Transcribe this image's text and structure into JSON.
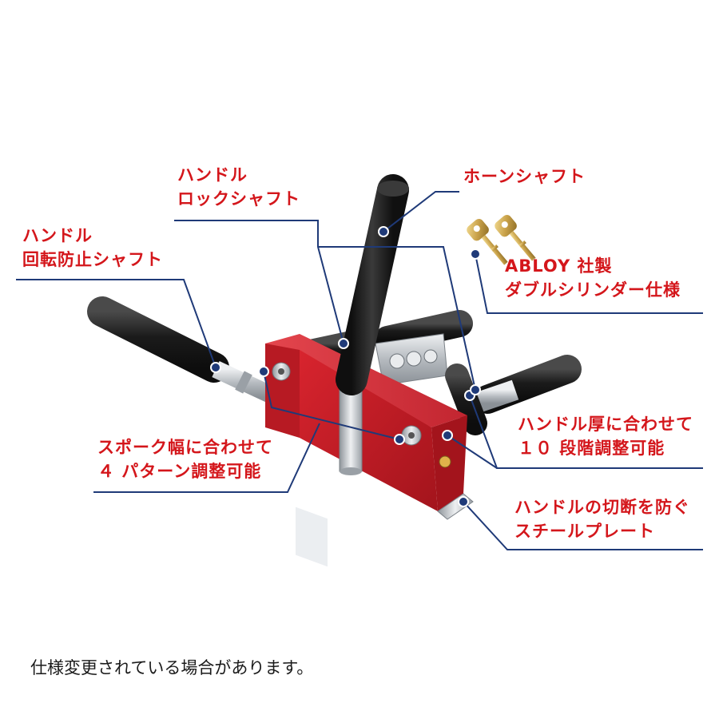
{
  "callouts": {
    "handle_lock_shaft": [
      "ハンドル",
      "ロックシャフト"
    ],
    "horn_shaft": [
      "ホーンシャフト"
    ],
    "handle_rotation_stop_shaft": [
      "ハンドル",
      "回転防止シャフト"
    ],
    "abloy": [
      "ABLOY 社製",
      "ダブルシリンダー仕様"
    ],
    "spoke_width": [
      "スポーク幅に合わせて",
      "４ パターン調整可能"
    ],
    "handle_thickness": [
      "ハンドル厚に合わせて",
      "１０ 段階調整可能"
    ],
    "steel_plate": [
      "ハンドルの切断を防ぐ",
      "スチールプレート"
    ]
  },
  "note": "仕様変更されている場合があります。",
  "colors": {
    "label_red": "#d4161b",
    "leader_navy": "#1f3a78",
    "lock_body_red": "#c81e28",
    "grip_black": "#1b1b1b",
    "key_brass": "#c9a24a",
    "steel": "#c8ccd0"
  }
}
